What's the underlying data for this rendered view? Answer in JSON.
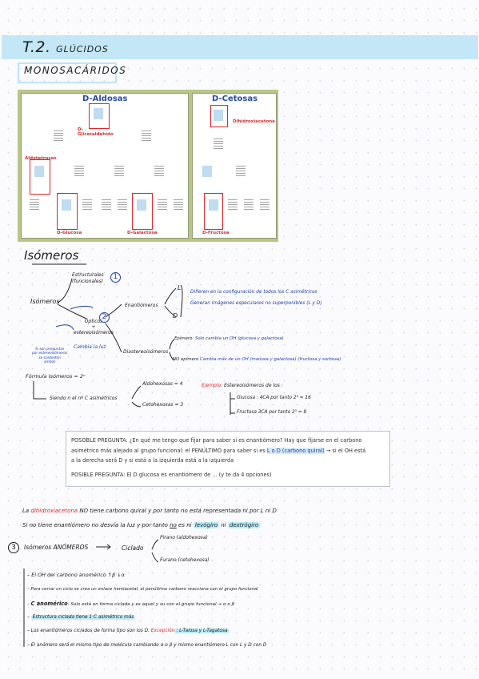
{
  "title": {
    "main": "T.2.",
    "sub": "GLÚCIDOS"
  },
  "section_mono": "MONOSACÁRIDOS",
  "figure": {
    "aldosas_title": "D-Aldosas",
    "cetosas_title": "D-Cetosas",
    "gliceraldehido": "D-\nGliceraldehído",
    "dihidroxiacetona": "Dihidroxiacetona",
    "aldotetrosas": "Aldotetrosas",
    "glucosa": "D-Glucosa",
    "galactosa": "D-Galactosa",
    "fructosa": "D-Fructosa"
  },
  "isomeros": {
    "heading": "Isómeros",
    "root": "Isómeros",
    "estructurales": "Estructurales\n(funcionales)",
    "num1": "1",
    "opticos": "Ópticos\n+\nestereoisómeros",
    "num2": "2",
    "cambia": "Cambia la luz",
    "side_note": "Si son preguntas\npor estereoisómeros\nse contestan\nambos",
    "enantiomeros": "Enantiómeros",
    "L": "L",
    "D": "D",
    "enan_desc1": "Difieren en la configuración de todos los C asimétricos",
    "enan_desc2": "Generan imágenes especulares no superponibles (L y D)",
    "diastereoisomeros": "Diastereoisómeros",
    "epimero_label": "Epímero",
    "epimero_desc": ": Solo cambia un OH (glucosa y galactosa)",
    "no_epimero_label": "NO epímero",
    "no_epimero_desc": "Cambia más de un OH (manosa y galactosa) (fructosa y sorbosa)",
    "formula": "Fórmula Isómeros = 2ⁿ",
    "siendo": "Siendo n el nº C asimétricos",
    "aldohexosas": "Aldohexosas = 4",
    "cetohexosas": "Cetohexosas = 3",
    "ejemplo_label": "Ejemplo",
    "ejemplo_text": ": Estereoisómeros de los :",
    "glucosa_ex": "Glucosa : 4CA por tanto 2⁴ = 16",
    "fructosa_ex": "Fructosa 3CA por tanto 2³ = 8"
  },
  "question_box": {
    "line1": "POSOBLE PREGUNTA: ¿En qué me tengo que fijar para saber si es enantiómero? Hay que fijarse en el carbono",
    "line2a": "asimétrico más alejado al grupo funcional: el PENÚLTIMO para saber si es ",
    "line2b": "L o D (carbono quiral)",
    "line2c": " →  si el OH está",
    "line3": "a la derecha será D y si está a la izquierda está a la izquierda",
    "line4": "POSIBLE PREGUNTA: El D glucosa es enantiómero de ... (y te da 4 opciones)"
  },
  "dihidro": {
    "p1a": "La ",
    "p1b": "dihidroxiacetona",
    "p1c": " NO tiene carbono quiral y por tanto no está representada ni por L ni D",
    "p2a": "Si no tiene enantiómero no desvía la luz y por tanto ",
    "p2b": "no",
    "p2c": " es ni ",
    "p2d": "levógiro",
    "p2e": " ni ",
    "p2f": "dextrógiro"
  },
  "anomeros": {
    "num": "3",
    "label": "Isómeros ANÓMEROS",
    "ciclado": "Ciclado",
    "pirano": "Pirano (aldohexosa)",
    "furano": "Furano (cetohexosa)",
    "b1": "El OH del carbono anomérico ↑β ↓α",
    "b2": "Para cerrar un ciclo se crea un enlace hemiacetal, el penúltimo carbono reacciona con el grupo funcional",
    "b3a": "C anomérico",
    "b3b": ": Solo está en forma ciclada y es aquel y su con el grupo funcional → α o β",
    "b4": "Estructura ciclada tiene 1 C asimétrico más",
    "b5a": "Los enantiómeros ciclados de forma tipo son los D. ",
    "b5b": "Excepción",
    "b5c": ": L-Talosa y L-Tagatosa",
    "b6": "El anómero será el mismo tipo de molécula cambiando α o β y mismo enantiómero L con L y D con D"
  },
  "colors": {
    "blue": "#1c3da3",
    "red": "#d8262b",
    "highlight": "#b8ecf7",
    "band": "#c3e7f6"
  }
}
